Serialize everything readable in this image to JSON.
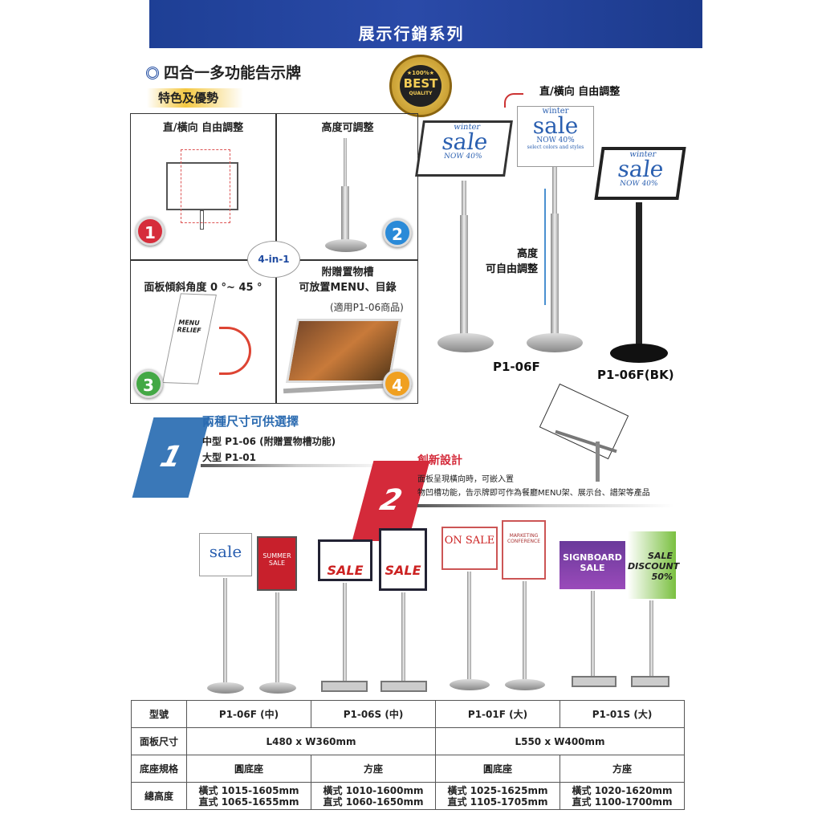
{
  "header": {
    "title": "展示行銷系列"
  },
  "section": {
    "title": "四合一多功能告示牌",
    "subtitle": "特色及優勢"
  },
  "badge": {
    "top": "★100%★",
    "main": "BEST",
    "bottom": "QUALITY"
  },
  "features": [
    {
      "label": "直/橫向 自由調整",
      "number": "1",
      "color": "#d62d3b"
    },
    {
      "label": "高度可調整",
      "number": "2",
      "color": "#2a8ad8"
    },
    {
      "label": "面板傾斜角度 0 °~ 45 °",
      "number": "3",
      "color": "#43a845"
    },
    {
      "label": "附贈置物槽\n可放置MENU、目錄",
      "note": "(適用P1-06商品)",
      "number": "4",
      "color": "#f0a020"
    }
  ],
  "center_badge": "4-in-1",
  "menu_sign": "MENU RELIEF",
  "hero": {
    "rotate_label": "直/橫向 自由調整",
    "height_label": "高度\n可自由調整",
    "model_left": "P1-06F",
    "model_right": "P1-06F(BK)"
  },
  "sale_sign": {
    "small": "winter",
    "big": "sale",
    "line": "NOW 40%",
    "sub": "select colors and styles"
  },
  "points": [
    {
      "number": "1",
      "title": "兩種尺寸可供選擇",
      "lines": [
        "中型 P1-06 (附贈置物槽功能)",
        "大型 P1-01"
      ],
      "color": "#3a78b8"
    },
    {
      "number": "2",
      "title": "創新設計",
      "lines": [
        "面板呈現橫向時，可嵌入置",
        "物凹槽功能，告示牌即可作為餐廳MENU架、展示台、譜架等產品"
      ],
      "color": "#d42a3a"
    }
  ],
  "products": [
    {
      "sign": "sale"
    },
    {
      "sign": "SUMMER SALE"
    },
    {
      "sign": "SALE"
    },
    {
      "sign": "SALE"
    },
    {
      "sign": "ON SALE"
    },
    {
      "sign": "MARKETING CONFERENCE"
    },
    {
      "sign": "SIGNBOARD SALE"
    },
    {
      "sign": "SALE DISCOUNT 50%"
    }
  ],
  "table": {
    "headers": [
      "型號",
      "P1-06F (中)",
      "P1-06S (中)",
      "P1-01F (大)",
      "P1-01S (大)"
    ],
    "panel_label": "面板尺寸",
    "panel": [
      "L480 x W360mm",
      "L550 x W400mm"
    ],
    "base_label": "底座規格",
    "base": [
      "圓底座",
      "方座",
      "圓底座",
      "方座"
    ],
    "height_label": "總高度",
    "heights": [
      [
        "橫式 1015-1605mm",
        "直式 1065-1655mm"
      ],
      [
        "橫式 1010-1600mm",
        "直式 1060-1650mm"
      ],
      [
        "橫式 1025-1625mm",
        "直式 1105-1705mm"
      ],
      [
        "橫式 1020-1620mm",
        "直式 1100-1700mm"
      ]
    ]
  }
}
